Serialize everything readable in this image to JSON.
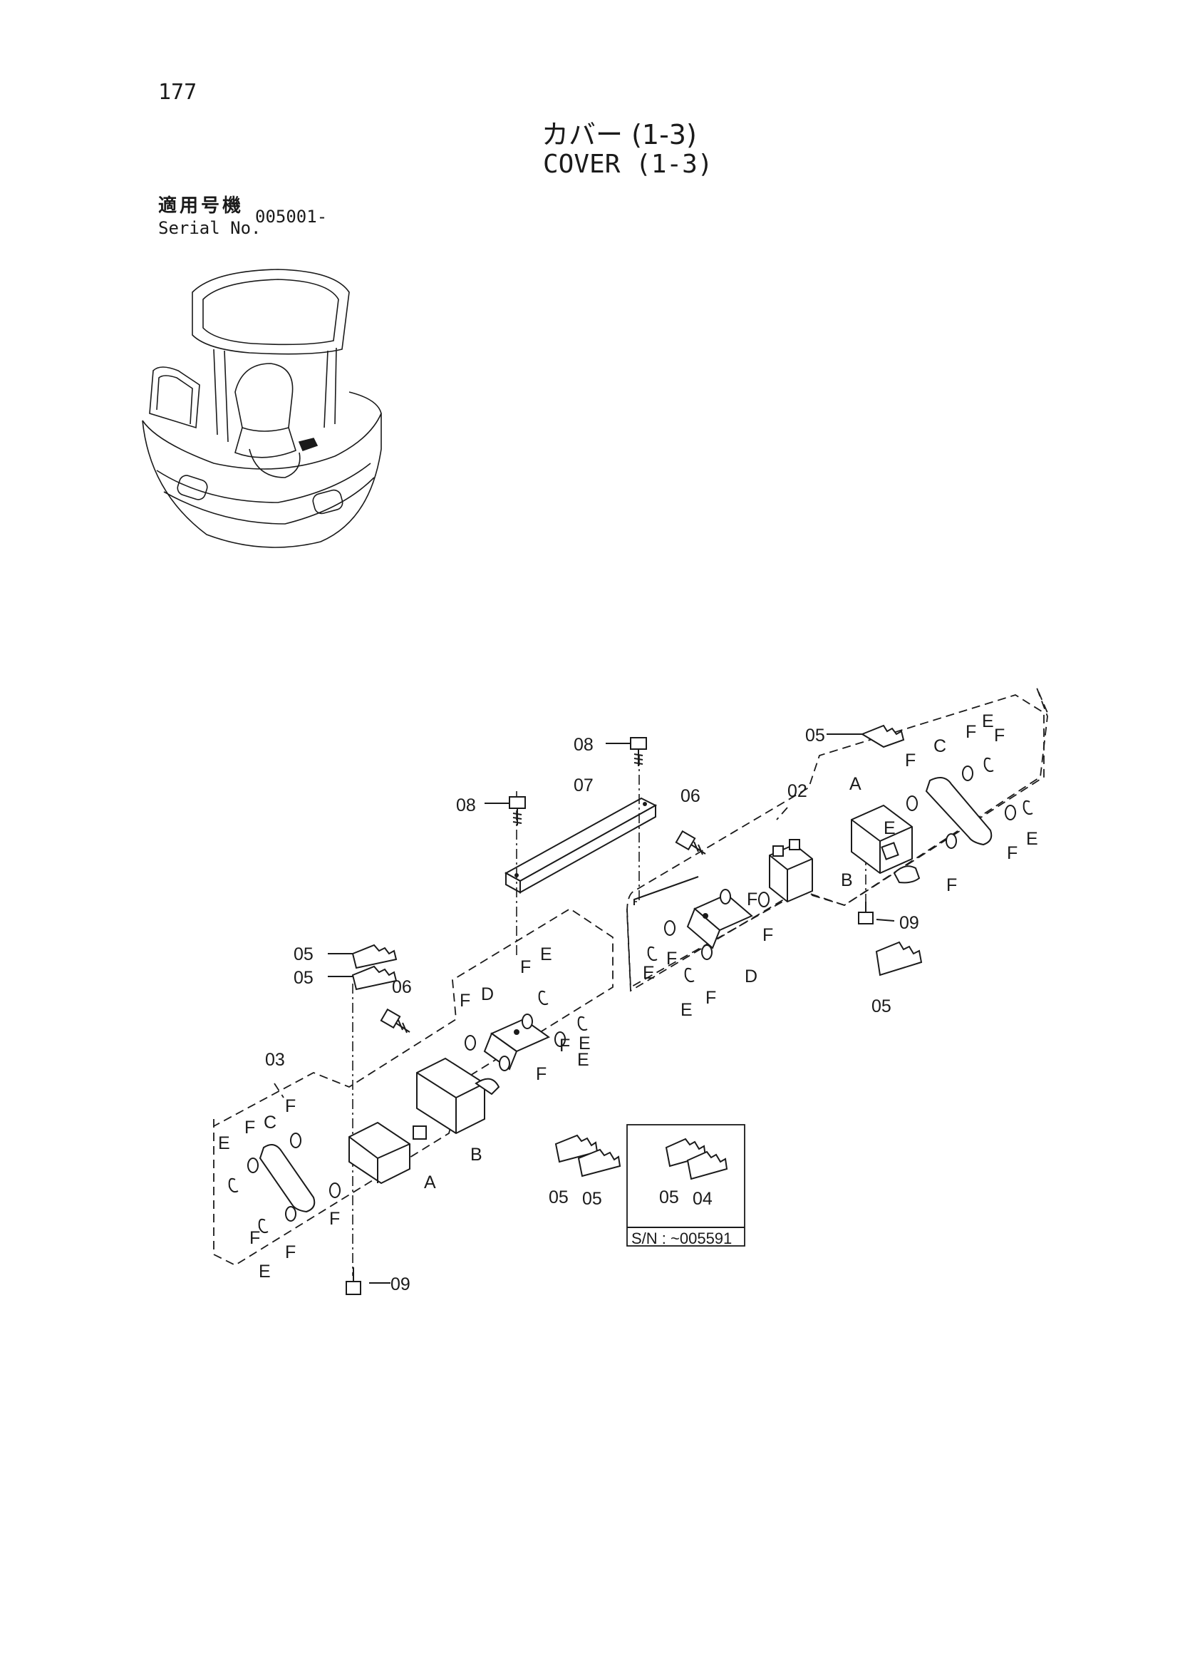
{
  "page": {
    "number": "177",
    "title_jp": "カバー (1-3)",
    "title_en": "COVER (1-3)"
  },
  "serial": {
    "label_jp": "適用号機",
    "label_en": "Serial No.",
    "value": "005001-"
  },
  "inset": {
    "note": "S/N : ~005591",
    "labels": [
      "05",
      "04"
    ]
  },
  "callouts": {
    "p01": "08",
    "p02": "08",
    "p03": "07",
    "p04": "06",
    "p05": "02",
    "p06": "05",
    "p07": "A",
    "p08": "C",
    "p09": "F",
    "p10": "E",
    "p11": "F",
    "p12": "E",
    "p13": "F",
    "p14": "F",
    "p15": "B",
    "p16": "F",
    "p17": "09",
    "p18": "E",
    "p19": "F",
    "p20": "E",
    "p21": "F",
    "p22": "D",
    "p23": "F",
    "p24": "05",
    "p25": "05",
    "p26": "05",
    "p27": "06",
    "p28": "F",
    "p29": "D",
    "p30": "F",
    "p31": "E",
    "p32": "E",
    "p33": "F",
    "p34": "E",
    "p35": "F",
    "p36": "03",
    "p37": "B",
    "p38": "E",
    "p39": "F",
    "p40": "C",
    "p41": "F",
    "p42": "A",
    "p43": "F",
    "p44": "E",
    "p45": "F",
    "p46": "09",
    "p47": "05",
    "p48": "05",
    "p49": "F",
    "p50": "E",
    "p51": "F"
  }
}
